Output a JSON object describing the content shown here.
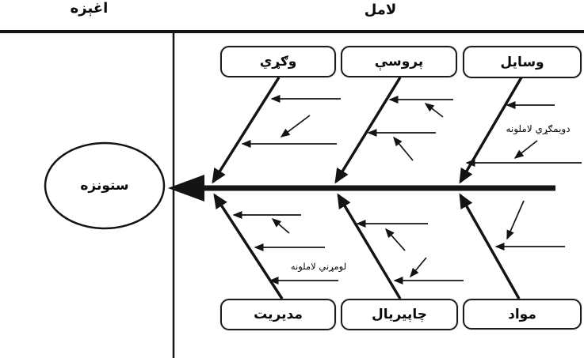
{
  "diagram_type": "fishbone-cause-effect",
  "header": {
    "effect_label": "اغېزه",
    "cause_label": "لامل"
  },
  "problem": {
    "label": "ستونزه"
  },
  "categories": [
    {
      "id": "people",
      "label": "وګړي",
      "row": "top"
    },
    {
      "id": "processes",
      "label": "پروسې",
      "row": "top"
    },
    {
      "id": "equipment",
      "label": "وسايل",
      "row": "top"
    },
    {
      "id": "management",
      "label": "مديريت",
      "row": "bottom"
    },
    {
      "id": "environment",
      "label": "چاپيريال",
      "row": "bottom"
    },
    {
      "id": "materials",
      "label": "مواد",
      "row": "bottom"
    }
  ],
  "annotations": {
    "secondary_causes": "دويمګړي لاملونه",
    "primary_causes": "لومړني لاملونه"
  },
  "colors": {
    "line": "#141414",
    "background": "#ffffff",
    "box_border": "#1c1c1c",
    "box_fill": "#ffffff"
  }
}
